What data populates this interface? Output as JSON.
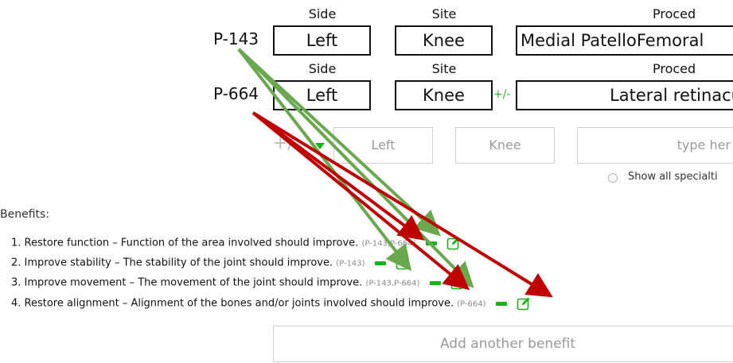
{
  "rows": [
    {
      "patient_id": "P-143",
      "side_header": "Side",
      "site_header": "Site",
      "procedure_header": "Proced",
      "side_value": "Left",
      "site_value": "Knee",
      "procedure_value": "Medial PatelloFemoral"
    },
    {
      "patient_id": "P-664",
      "side_header": "Side",
      "site_header": "Site",
      "procedure_header": "Proced",
      "side_value": "Left",
      "site_value": "Knee",
      "procedure_value": "Lateral retinacu",
      "plus_minus": "+/-"
    }
  ],
  "new_row": {
    "plus_minus": "+/",
    "side_placeholder": "Left",
    "site_placeholder": "Knee",
    "procedure_placeholder": "type her"
  },
  "show_all_label": "Show all specialti",
  "benefits": {
    "heading": "Benefits:",
    "items": [
      {
        "text": "1. Restore function – Function of the area involved should improve.",
        "tag": "(P-143,P-664)"
      },
      {
        "text": "2. Improve stability – The stability of the joint should improve.",
        "tag": "(P-143)"
      },
      {
        "text": "3. Improve movement – The movement of the joint should improve.",
        "tag": "(P-143,P-664)"
      },
      {
        "text": "4. Restore alignment – Alignment of the bones and/or joints involved should improve.",
        "tag": "(P-664)"
      }
    ],
    "add_placeholder": "Add another benefit"
  },
  "colors": {
    "arrow_green": "#6aa84f",
    "arrow_red": "#c00000",
    "accent_green": "#17b317"
  },
  "icons": [
    "minus-icon",
    "edit-icon",
    "arrow-overlay"
  ]
}
